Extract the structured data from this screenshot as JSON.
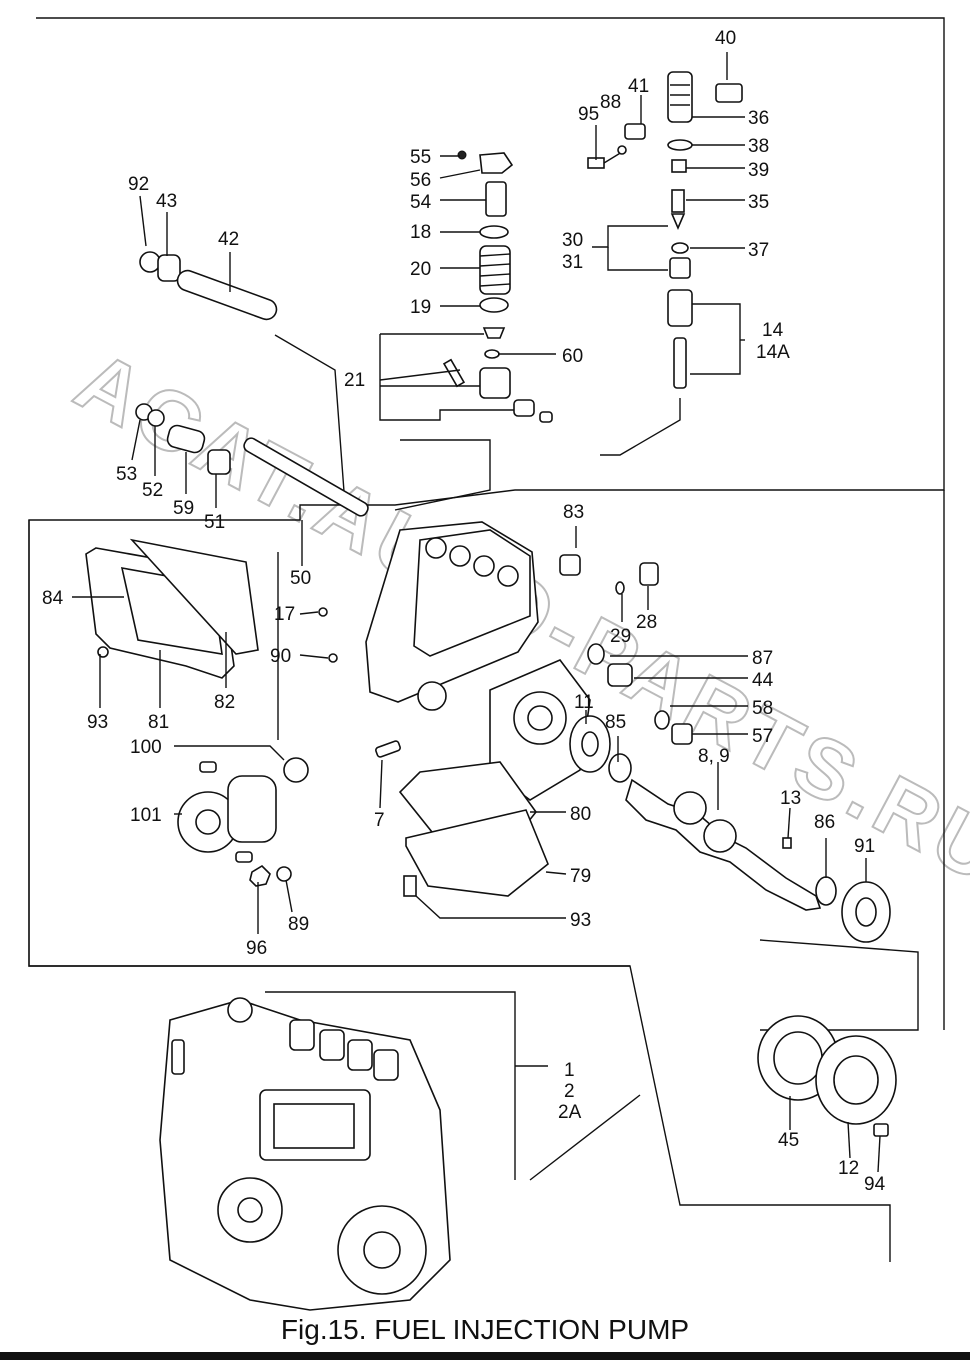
{
  "figure": {
    "caption": "Fig.15.  FUEL INJECTION PUMP",
    "watermark": "ACAT.AUTO-PARTS.RU"
  },
  "callouts": {
    "c40": "40",
    "c41": "41",
    "c36": "36",
    "c95": "95",
    "c88": "88",
    "c38": "38",
    "c39": "39",
    "c35": "35",
    "c30": "30",
    "c31": "31",
    "c37": "37",
    "c14": "14",
    "c14a": "14A",
    "c55": "55",
    "c56": "56",
    "c54": "54",
    "c18": "18",
    "c20": "20",
    "c19": "19",
    "c21": "21",
    "c60": "60",
    "c92": "92",
    "c43": "43",
    "c42": "42",
    "c53": "53",
    "c52": "52",
    "c59": "59",
    "c51": "51",
    "c50": "50",
    "c84": "84",
    "c93a": "93",
    "c81": "81",
    "c82": "82",
    "c17": "17",
    "c90": "90",
    "c100": "100",
    "c101": "101",
    "c7": "7",
    "c96": "96",
    "c89": "89",
    "c83": "83",
    "c28": "28",
    "c29": "29",
    "c87": "87",
    "c44": "44",
    "c58": "58",
    "c57": "57",
    "c11": "11",
    "c85": "85",
    "c89b": "8, 9",
    "c13": "13",
    "c86": "86",
    "c91": "91",
    "c80": "80",
    "c79": "79",
    "c93b": "93",
    "c1": "1",
    "c2": "2",
    "c2a": "2A",
    "c45": "45",
    "c12": "12",
    "c94": "94"
  }
}
